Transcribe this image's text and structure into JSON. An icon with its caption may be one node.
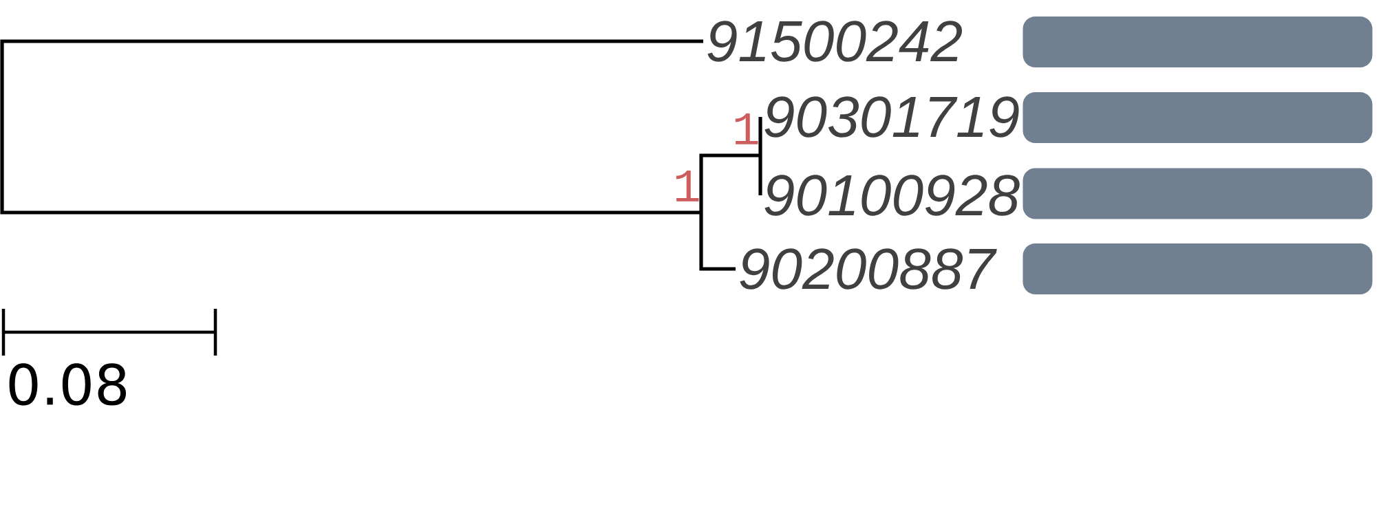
{
  "diagram": {
    "nodes": [
      {
        "text": [
          "91500242"
        ]
      },
      {
        "text": [
          "90301719"
        ]
      },
      {
        "text": [
          "90100928"
        ]
      },
      {
        "text": [
          "90200887"
        ]
      },
      {
        "text": [
          "1"
        ]
      },
      {
        "text": [
          "1"
        ]
      },
      {
        "text": [],
        "shape": "bar"
      },
      {
        "text": [],
        "shape": "bar"
      },
      {
        "text": [],
        "shape": "bar"
      },
      {
        "text": [],
        "shape": "bar"
      }
    ],
    "edges": [
      {
        "from": 0,
        "to": 4,
        "arrow": "none"
      },
      {
        "from": 4,
        "to": 5,
        "arrow": "none"
      },
      {
        "from": 4,
        "to": 3,
        "arrow": "none"
      },
      {
        "from": 5,
        "to": 1,
        "arrow": "none"
      },
      {
        "from": 5,
        "to": 2,
        "arrow": "none"
      }
    ],
    "labels": [
      "0.08"
    ]
  }
}
